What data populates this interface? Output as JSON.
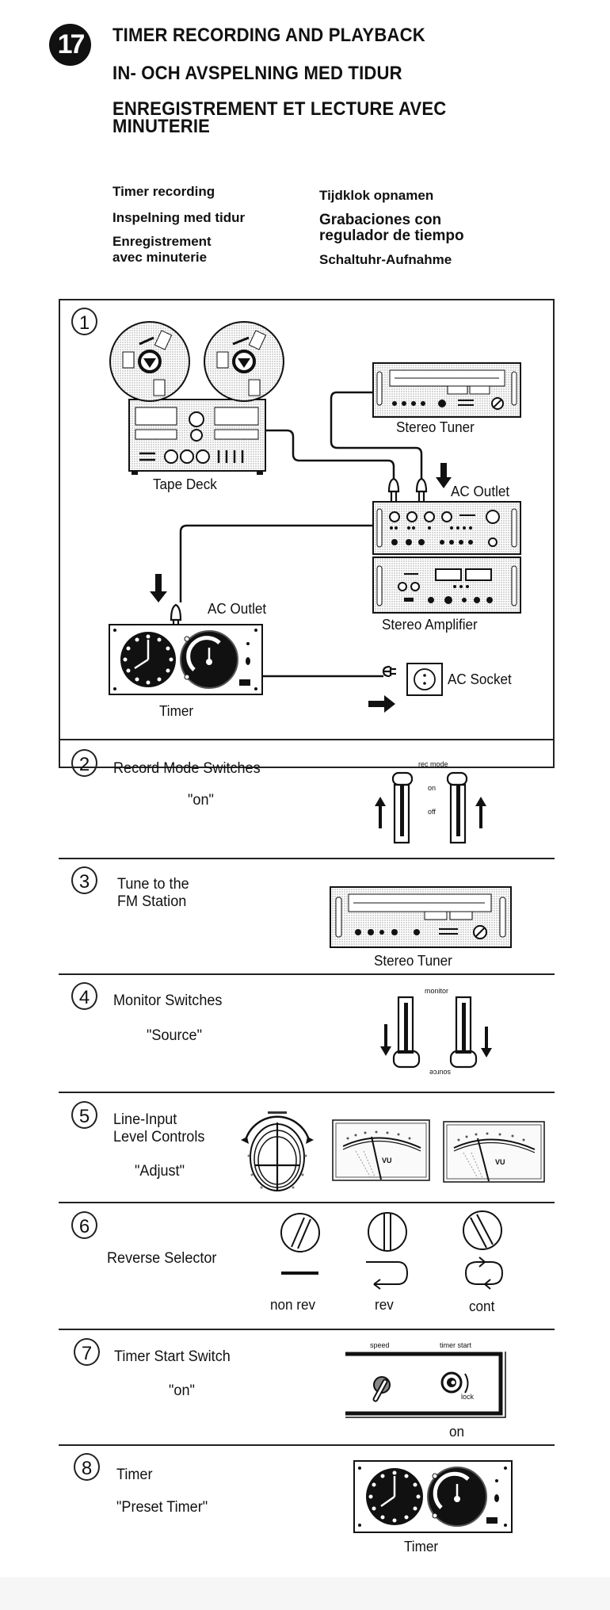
{
  "header": {
    "section_number": "17",
    "titles": [
      "TIMER RECORDING AND PLAYBACK",
      "IN- OCH AVSPELNING MED TIDUR",
      "ENREGISTREMENT ET LECTURE AVEC",
      "MINUTERIE"
    ]
  },
  "subtitles": {
    "left": [
      "Timer recording",
      "Inspelning med tidur",
      "Enregistrement",
      "avec minuterie"
    ],
    "right": [
      "Tijdklok opnamen",
      "Grabaciones con",
      "regulador de tiempo",
      "Schaltuhr-Aufnahme"
    ]
  },
  "steps": [
    {
      "number": "1",
      "labels": {
        "tape_deck": "Tape Deck",
        "stereo_tuner": "Stereo Tuner",
        "ac_outlet_amp": "AC Outlet",
        "stereo_amplifier": "Stereo Amplifier",
        "ac_outlet_timer": "AC Outlet",
        "timer": "Timer",
        "ac_socket": "AC Socket"
      }
    },
    {
      "number": "2",
      "title": "Record Mode Switches",
      "value": "\"on\"",
      "figure": {
        "caption_top": "rec mode",
        "on": "on",
        "off": "off"
      }
    },
    {
      "number": "3",
      "title_lines": [
        "Tune to the",
        "FM Station"
      ],
      "figure": {
        "caption": "Stereo Tuner"
      }
    },
    {
      "number": "4",
      "title": "Monitor Switches",
      "value": "\"Source\"",
      "figure": {
        "caption_top": "monitor",
        "caption_bottom": "source"
      }
    },
    {
      "number": "5",
      "title_lines": [
        "Line-Input",
        "Level Controls"
      ],
      "value": "\"Adjust\"",
      "figure": {
        "meter_label": "VU"
      }
    },
    {
      "number": "6",
      "title": "Reverse Selector",
      "figure": {
        "options": [
          "non rev",
          "rev",
          "cont"
        ]
      }
    },
    {
      "number": "7",
      "title": "Timer Start Switch",
      "value": "\"on\"",
      "figure": {
        "speed": "speed",
        "timer_start": "timer start",
        "lock": "lock",
        "caption": "on"
      }
    },
    {
      "number": "8",
      "title": "Timer",
      "value": "\"Preset Timer\"",
      "figure": {
        "caption": "Timer"
      }
    }
  ],
  "colors": {
    "ink": "#111111",
    "paper": "#ffffff",
    "halftone": "#bdbdbd"
  }
}
